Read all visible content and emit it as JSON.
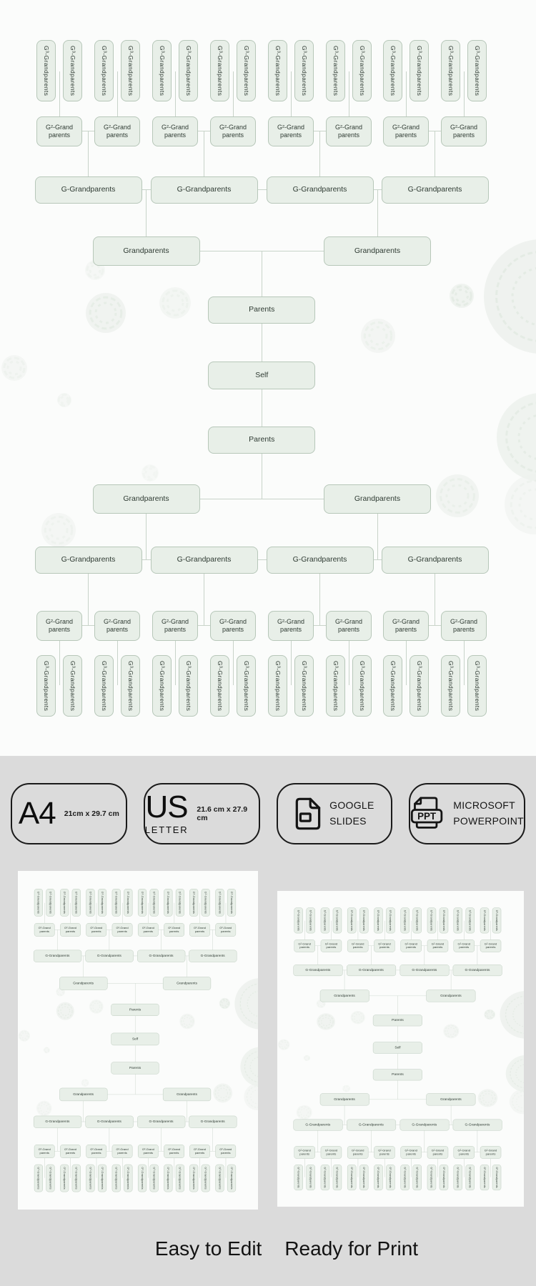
{
  "page": {
    "hero_background": "#fbfcfb",
    "section_background": "#dbdbdb"
  },
  "tree": {
    "colors": {
      "box_fill": "#e8efe8",
      "box_border": "#b7c7b9",
      "connector": "#c8d3c9",
      "text": "#2f3b33",
      "doodle": "#e9efe9"
    },
    "labels": {
      "g3": "G³-Grandparents",
      "g2_line1": "G²-Grand",
      "g2_line2": "parents",
      "g": "G-Grandparents",
      "grandparents": "Grandparents",
      "parents": "Parents",
      "self": "Self"
    },
    "counts": {
      "g3": 16,
      "g2": 8,
      "g": 4,
      "grandparents": 2,
      "parents": 2,
      "self": 1
    }
  },
  "badges": [
    {
      "id": "a4",
      "big": "A4",
      "dims": "21cm x 29.7 cm"
    },
    {
      "id": "us-letter",
      "big": "US",
      "sub": "LETTER",
      "dims": "21.6 cm x 27.9 cm"
    },
    {
      "id": "google-slides",
      "icon": "slides-doc-icon",
      "line1": "GOOGLE",
      "line2": "SLIDES"
    },
    {
      "id": "microsoft-powerpoint",
      "icon": "ppt-doc-icon",
      "icon_label": "PPT",
      "line1": "MICROSOFT",
      "line2": "POWERPOINT"
    }
  ],
  "footer": {
    "left": "Easy to Edit",
    "right": "Ready for Print"
  }
}
